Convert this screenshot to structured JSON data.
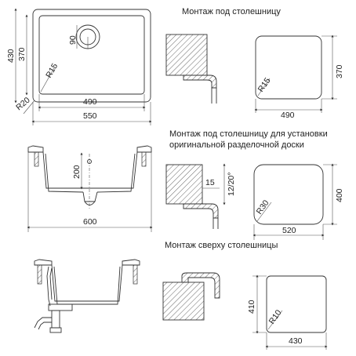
{
  "captions": {
    "undermount": "Монтаж под столешницу",
    "undermount_board_line1": "Монтаж под столешницу для установки",
    "undermount_board_line2": "оригинальной разделочной доски",
    "topmount": "Монтаж сверху столешницы"
  },
  "top_view": {
    "dim_outer_height": "430",
    "dim_inner_height": "370",
    "dim_drain": "90",
    "dim_radius_inner": "R15",
    "dim_radius_outer": "R20",
    "dim_inner_width": "490",
    "dim_outer_width": "550"
  },
  "front_view": {
    "dim_depth": "200",
    "dim_width": "600"
  },
  "cutout_undermount": {
    "radius": "R15",
    "height": "370",
    "width": "490"
  },
  "cutout_board": {
    "step": "15",
    "step_height": "12/20°",
    "radius": "R30",
    "height": "400",
    "width": "520"
  },
  "cutout_topmount": {
    "radius": "R10",
    "height": "410",
    "width": "430"
  },
  "colors": {
    "line": "#333333",
    "hatch": "#555555"
  }
}
